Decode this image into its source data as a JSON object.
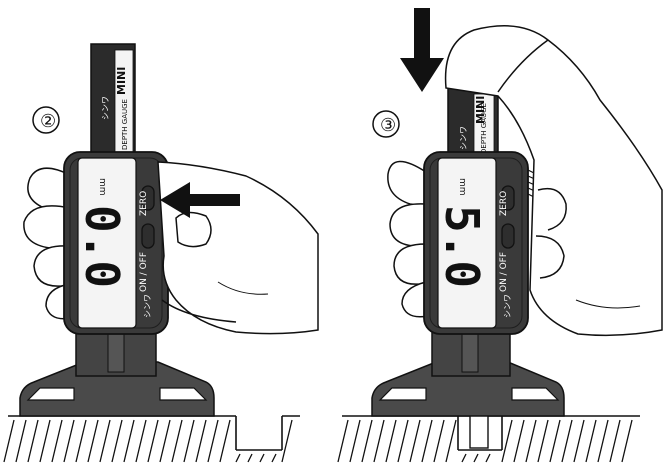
{
  "panels": [
    {
      "step": "②",
      "unit": "mm",
      "display": "0.0",
      "zero_label": "ZERO",
      "power_label": "ON / OFF",
      "brand": "シンワ",
      "product_line1": "DEPTH GAUGE",
      "product_line2": "MINI"
    },
    {
      "step": "③",
      "unit": "mm",
      "display": "5.0",
      "zero_label": "ZERO",
      "power_label": "ON / OFF",
      "brand": "シンワ",
      "product_line1": "DEPTH GAUGE",
      "product_line2": "MINI"
    }
  ],
  "colors": {
    "body": "#3a3a3a",
    "body_edge": "#1e1e1e",
    "screen": "#f4f4f4",
    "base": "#4a4a4a",
    "line": "#111111"
  }
}
